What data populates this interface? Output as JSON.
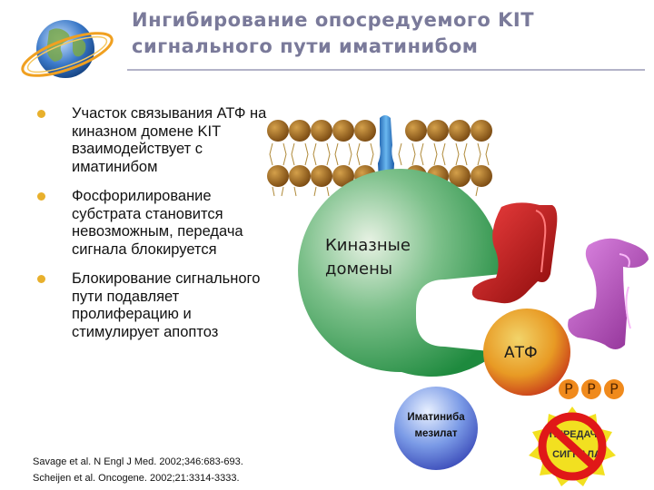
{
  "title": {
    "line1": "Ингибирование опосредуемого KIT",
    "line2": "сигнального пути иматинибом"
  },
  "bullets": [
    "Участок связывания АТФ на киназном домене KIT взаимодействует с иматинибом",
    "Фосфорилирование субстрата становится невозможным, передача сигнала блокируется",
    "Блокирование сигнального пути подавляет пролиферацию и стимулирует апоптоз"
  ],
  "references": [
    "Savage et al. N Engl J Med. 2002;346:683-693.",
    "Scheijen et al. Oncogene. 2002;21:3314-3333."
  ],
  "diagram": {
    "kinase_label_line1": "Киназные",
    "kinase_label_line2": "домены",
    "atp_label": "АТФ",
    "phosphates": [
      "P",
      "P",
      "P"
    ],
    "drug_label_line1": "Иматиниба",
    "drug_label_line2": "мезилат",
    "signal_label_line1": "ПЕРЕДАЧА",
    "signal_label_line2": "СИГНАЛА"
  },
  "colors": {
    "title": "#7a7a9a",
    "bullet_dot": "#e8b02c",
    "kinase_green": "#2a9a4a",
    "receptor_blue": "#2a8ad8",
    "atp_orange": "#e8a020",
    "substrate_red": "#c81818",
    "substrate_purple": "#b050b8",
    "drug_blue": "#5a7ad8",
    "stop_red": "#e01818",
    "stop_yellow": "#f2e020"
  }
}
